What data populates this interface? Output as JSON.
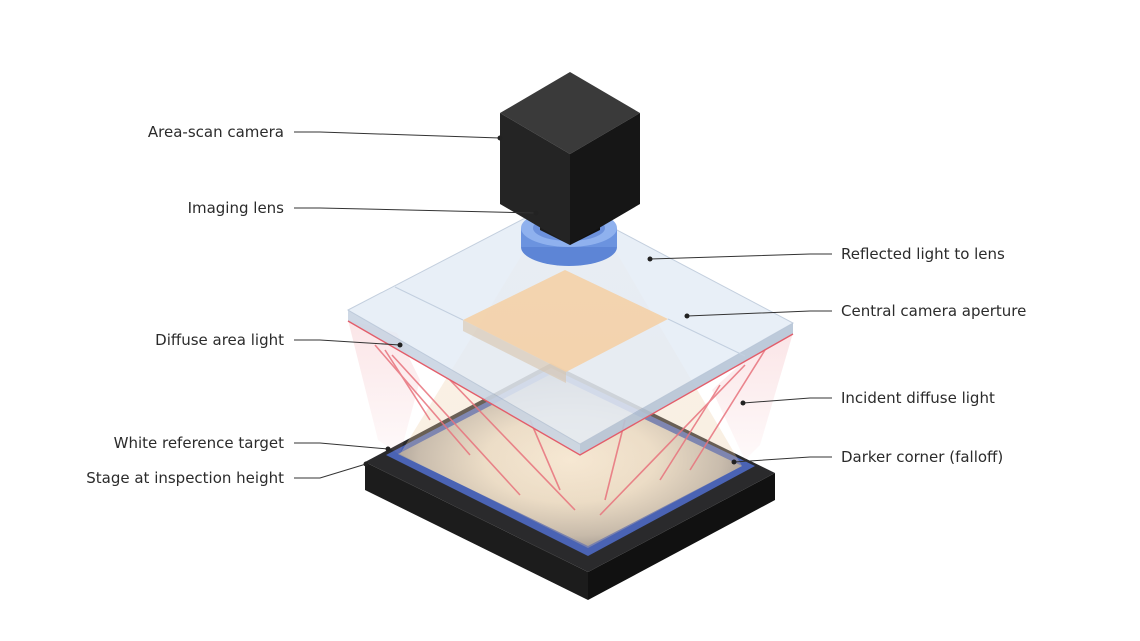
{
  "labels": {
    "area_scan_camera": "Area-scan camera",
    "imaging_lens": "Imaging lens",
    "diffuse_area_light": "Diffuse area light",
    "white_reference_target": "White reference target",
    "stage": "Stage at inspection height",
    "reflected_light": "Reflected light to lens",
    "central_aperture": "Central camera aperture",
    "incident_light": "Incident diffuse light",
    "darker_corner": "Darker corner (falloff)"
  },
  "colors": {
    "camera_body": "#222222",
    "lens": "#6b93df",
    "light_panel": "#dfe8f3",
    "aperture": "#f4cfa2",
    "incident_rays": "#e8737d",
    "target_edge": "#4a63b4",
    "stage": "#1f1f1f",
    "leader_line": "#333333"
  }
}
